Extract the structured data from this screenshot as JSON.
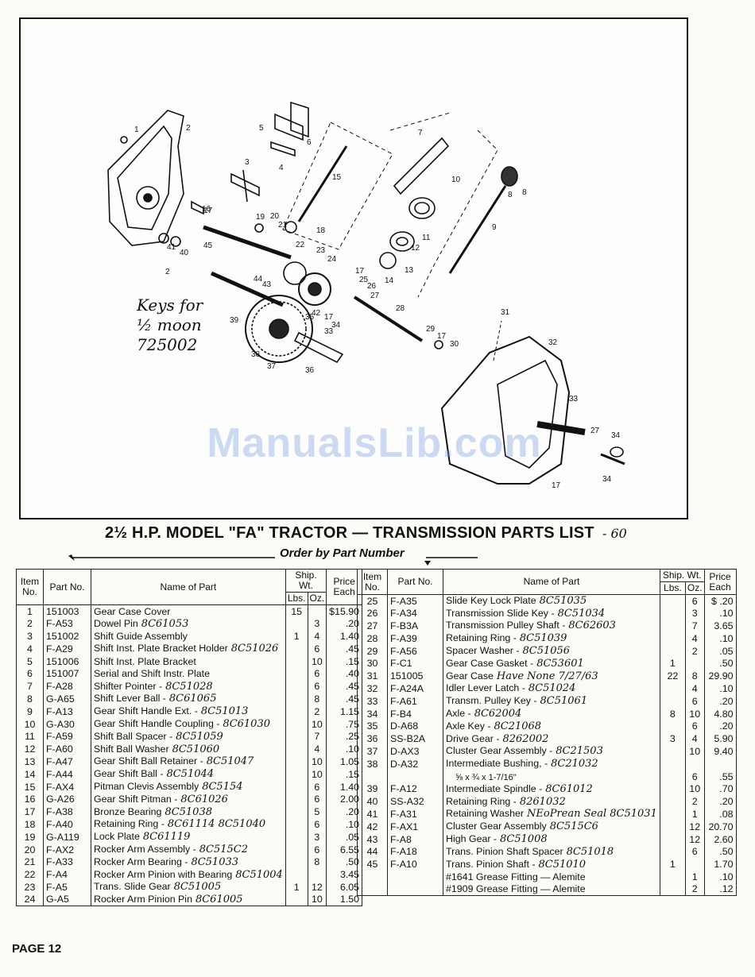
{
  "diagram": {
    "labels": [
      "1",
      "2",
      "3",
      "5",
      "6",
      "4",
      "15",
      "7",
      "8",
      "9",
      "10",
      "11",
      "12",
      "13",
      "14",
      "16",
      "17",
      "18",
      "19",
      "20",
      "21",
      "22",
      "23",
      "24",
      "25",
      "26",
      "27",
      "28",
      "29",
      "17",
      "30",
      "31",
      "32",
      "33",
      "34",
      "17",
      "27",
      "34",
      "35",
      "42",
      "17",
      "34",
      "33",
      "36",
      "37",
      "38",
      "39",
      "45",
      "43",
      "44",
      "41",
      "40",
      "2",
      "17",
      "8"
    ]
  },
  "note": {
    "line1": "Keys for",
    "line2": "½ moon",
    "line3": "725002"
  },
  "watermark": "ManualsLib.com",
  "page_title": "2½ H.P. MODEL \"FA\" TRACTOR — TRANSMISSION PARTS LIST",
  "title_note": "- 60",
  "order_by": "Order by Part Number",
  "columns": {
    "item": "Item No.",
    "part": "Part No.",
    "name": "Name of Part",
    "ship_wt": "Ship. Wt.",
    "lbs": "Lbs.",
    "oz": "Oz.",
    "price": "Price Each"
  },
  "left_rows": [
    {
      "item": "1",
      "part": "151003",
      "name": "Gear Case Cover",
      "annot": "",
      "lbs": "15",
      "oz": "",
      "price": "$15.90"
    },
    {
      "item": "2",
      "part": "F-A53",
      "name": "Dowel Pin",
      "annot": "8C61053",
      "lbs": "",
      "oz": "3",
      "price": ".20"
    },
    {
      "item": "3",
      "part": "151002",
      "name": "Shift Guide Assembly",
      "annot": "",
      "lbs": "1",
      "oz": "4",
      "price": "1.40"
    },
    {
      "item": "4",
      "part": "F-A29",
      "name": "Shift Inst. Plate Bracket Holder",
      "annot": "8C51026",
      "lbs": "",
      "oz": "6",
      "price": ".45"
    },
    {
      "item": "5",
      "part": "151006",
      "name": "Shift Inst. Plate Bracket",
      "annot": "",
      "lbs": "",
      "oz": "10",
      "price": ".15"
    },
    {
      "item": "6",
      "part": "151007",
      "name": "Serial and Shift Instr. Plate",
      "annot": "",
      "lbs": "",
      "oz": "6",
      "price": ".40"
    },
    {
      "item": "7",
      "part": "F-A28",
      "name": "Shifter Pointer -",
      "annot": "8C51028",
      "lbs": "",
      "oz": "6",
      "price": ".45"
    },
    {
      "item": "8",
      "part": "G-A65",
      "name": "Shift Lever Ball -",
      "annot": "8C61065",
      "lbs": "",
      "oz": "8",
      "price": ".45"
    },
    {
      "item": "9",
      "part": "F-A13",
      "name": "Gear Shift Handle Ext. -",
      "annot": "8C51013",
      "lbs": "",
      "oz": "2",
      "price": "1.15"
    },
    {
      "item": "10",
      "part": "G-A30",
      "name": "Gear Shift Handle Coupling -",
      "annot": "8C61030",
      "lbs": "",
      "oz": "10",
      "price": ".75"
    },
    {
      "item": "11",
      "part": "F-A59",
      "name": "Shift Ball Spacer -",
      "annot": "8C51059",
      "lbs": "",
      "oz": "7",
      "price": ".25"
    },
    {
      "item": "12",
      "part": "F-A60",
      "name": "Shift Ball Washer",
      "annot": "8C51060",
      "lbs": "",
      "oz": "4",
      "price": ".10"
    },
    {
      "item": "13",
      "part": "F-A47",
      "name": "Gear Shift Ball Retainer -",
      "annot": "8C51047",
      "lbs": "",
      "oz": "10",
      "price": "1.05"
    },
    {
      "item": "14",
      "part": "F-A44",
      "name": "Gear Shift Ball -",
      "annot": "8C51044",
      "lbs": "",
      "oz": "10",
      "price": ".15"
    },
    {
      "item": "15",
      "part": "F-AX4",
      "name": "Pitman Clevis Assembly",
      "annot": "8C5154",
      "lbs": "",
      "oz": "6",
      "price": "1.40"
    },
    {
      "item": "16",
      "part": "G-A26",
      "name": "Gear Shift Pitman -",
      "annot": "8C61026",
      "lbs": "",
      "oz": "6",
      "price": "2.00"
    },
    {
      "item": "17",
      "part": "F-A38",
      "name": "Bronze Bearing",
      "annot": "8C51038",
      "lbs": "",
      "oz": "5",
      "price": ".20"
    },
    {
      "item": "18",
      "part": "F-A40",
      "name": "Retaining Ring -",
      "annot": "8C61114 8C51040",
      "lbs": "",
      "oz": "6",
      "price": ".10"
    },
    {
      "item": "19",
      "part": "G-A119",
      "name": "Lock Plate",
      "annot": "8C61119",
      "lbs": "",
      "oz": "3",
      "price": ".05"
    },
    {
      "item": "20",
      "part": "F-AX2",
      "name": "Rocker Arm Assembly -",
      "annot": "8C515C2",
      "lbs": "",
      "oz": "6",
      "price": "6.55"
    },
    {
      "item": "21",
      "part": "F-A33",
      "name": "Rocker Arm Bearing -",
      "annot": "8C51033",
      "lbs": "",
      "oz": "8",
      "price": ".50"
    },
    {
      "item": "22",
      "part": "F-A4",
      "name": "Rocker Arm Pinion with Bearing",
      "annot": "8C51004",
      "lbs": "",
      "oz": "",
      "price": "3.45"
    },
    {
      "item": "23",
      "part": "F-A5",
      "name": "Trans. Slide Gear",
      "annot": "8C51005",
      "lbs": "1",
      "oz": "12",
      "price": "6.05"
    },
    {
      "item": "24",
      "part": "G-A5",
      "name": "Rocker Arm Pinion Pin",
      "annot": "8C61005",
      "lbs": "",
      "oz": "10",
      "price": "1.50"
    }
  ],
  "right_rows": [
    {
      "item": "25",
      "part": "F-A35",
      "name": "Slide Key Lock Plate",
      "annot": "8C51035",
      "lbs": "",
      "oz": "6",
      "price": "$ .20"
    },
    {
      "item": "26",
      "part": "F-A34",
      "name": "Transmission Slide Key -",
      "annot": "8C51034",
      "lbs": "",
      "oz": "3",
      "price": ".10"
    },
    {
      "item": "27",
      "part": "F-B3A",
      "name": "Transmission Pulley Shaft -",
      "annot": "8C62603",
      "lbs": "",
      "oz": "7",
      "price": "3.65"
    },
    {
      "item": "28",
      "part": "F-A39",
      "name": "Retaining Ring -",
      "annot": "8C51039",
      "lbs": "",
      "oz": "4",
      "price": ".10"
    },
    {
      "item": "29",
      "part": "F-A56",
      "name": "Spacer Washer -",
      "annot": "8C51056",
      "lbs": "",
      "oz": "2",
      "price": ".05"
    },
    {
      "item": "30",
      "part": "F-C1",
      "name": "Gear Case Gasket -",
      "annot": "8C53601",
      "lbs": "1",
      "oz": "",
      "price": ".50"
    },
    {
      "item": "31",
      "part": "151005",
      "name": "Gear Case",
      "annot": "Have None 7/27/63",
      "lbs": "22",
      "oz": "8",
      "price": "29.90"
    },
    {
      "item": "32",
      "part": "F-A24A",
      "name": "Idler Lever Latch -",
      "annot": "8C51024",
      "lbs": "",
      "oz": "4",
      "price": ".10"
    },
    {
      "item": "33",
      "part": "F-A61",
      "name": "Transm. Pulley Key -",
      "annot": "8C51061",
      "lbs": "",
      "oz": "6",
      "price": ".20"
    },
    {
      "item": "34",
      "part": "F-B4",
      "name": "Axle -",
      "annot": "8C62004",
      "lbs": "8",
      "oz": "10",
      "price": "4.80"
    },
    {
      "item": "35",
      "part": "D-A68",
      "name": "Axle Key -",
      "annot": "8C21068",
      "lbs": "",
      "oz": "6",
      "price": ".20"
    },
    {
      "item": "36",
      "part": "SS-B2A",
      "name": "Drive Gear -",
      "annot": "8262002",
      "lbs": "3",
      "oz": "4",
      "price": "5.90"
    },
    {
      "item": "37",
      "part": "D-AX3",
      "name": "Cluster Gear Assembly -",
      "annot": "8C21503",
      "lbs": "",
      "oz": "10",
      "price": "9.40"
    },
    {
      "item": "38",
      "part": "D-A32",
      "name": "Intermediate Bushing, -",
      "annot": "8C21032",
      "sub": "⅝ x ¾ x 1-7/16\"",
      "lbs": "",
      "oz": "6",
      "price": ".55"
    },
    {
      "item": "39",
      "part": "F-A12",
      "name": "Intermediate Spindle -",
      "annot": "8C61012",
      "lbs": "",
      "oz": "10",
      "price": ".70"
    },
    {
      "item": "40",
      "part": "SS-A32",
      "name": "Retaining Ring -",
      "annot": "8261032",
      "lbs": "",
      "oz": "2",
      "price": ".20"
    },
    {
      "item": "41",
      "part": "F-A31",
      "name": "Retaining Washer",
      "annot": "NEoPrean Seal 8C51031",
      "lbs": "",
      "oz": "1",
      "price": ".08"
    },
    {
      "item": "42",
      "part": "F-AX1",
      "name": "Cluster Gear Assembly",
      "annot": "8C515C6",
      "lbs": "",
      "oz": "12",
      "price": "20.70"
    },
    {
      "item": "43",
      "part": "F-A8",
      "name": "High Gear -",
      "annot": "8C51008",
      "lbs": "",
      "oz": "12",
      "price": "2.60"
    },
    {
      "item": "44",
      "part": "F-A18",
      "name": "Trans. Pinion Shaft Spacer",
      "annot": "8C51018",
      "lbs": "",
      "oz": "6",
      "price": ".50"
    },
    {
      "item": "45",
      "part": "F-A10",
      "name": "Trans. Pinion Shaft -",
      "annot": "8C51010",
      "lbs": "1",
      "oz": "",
      "price": "1.70"
    },
    {
      "item": "",
      "part": "",
      "name": "#1641 Grease Fitting — Alemite",
      "annot": "",
      "lbs": "",
      "oz": "1",
      "price": ".10"
    },
    {
      "item": "",
      "part": "",
      "name": "#1909 Grease Fitting — Alemite",
      "annot": "",
      "lbs": "",
      "oz": "2",
      "price": ".12"
    }
  ],
  "page_number": "PAGE 12"
}
